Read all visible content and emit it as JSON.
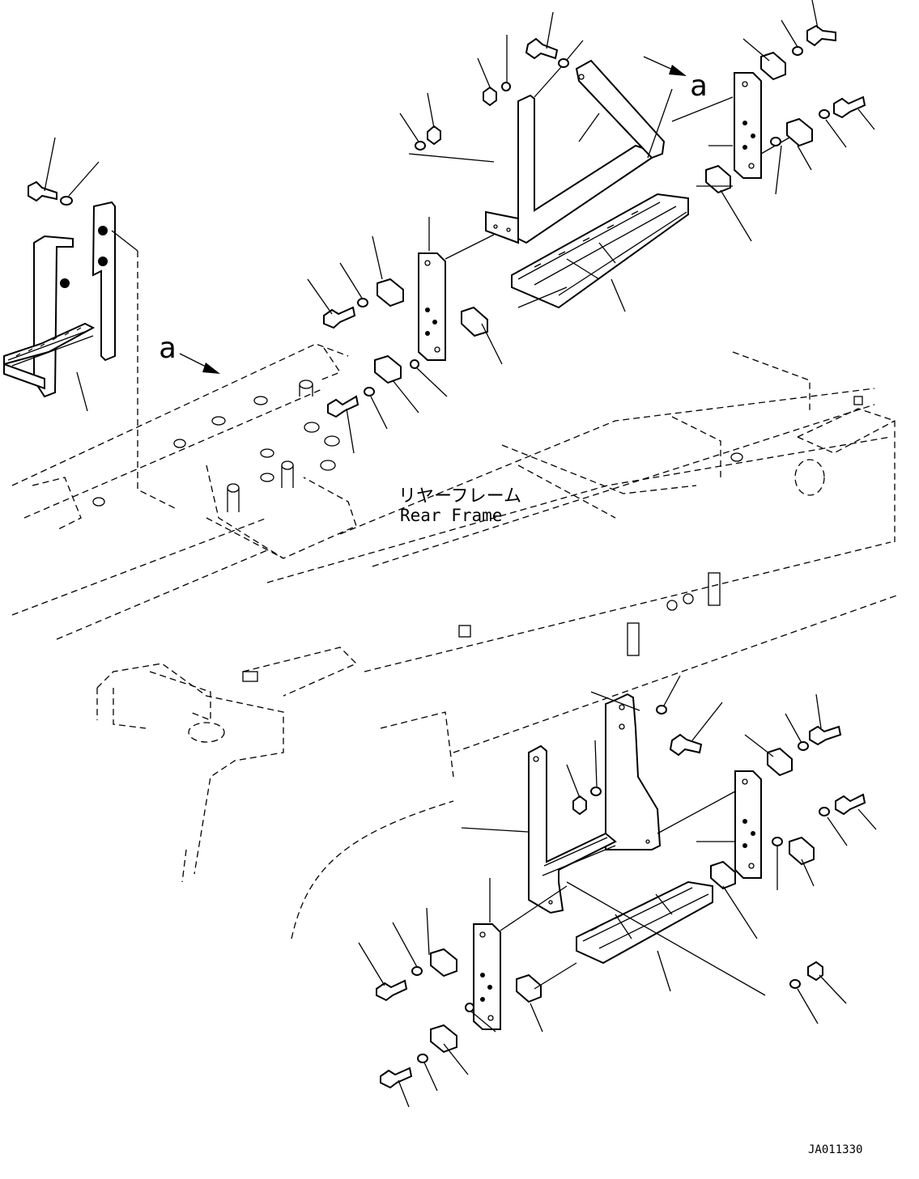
{
  "diagram": {
    "view_label_top": "a",
    "view_label_left": "a",
    "frame_label_jp": "リヤーフレーム",
    "frame_label_en": "Rear Frame",
    "drawing_code": "JA011330"
  }
}
